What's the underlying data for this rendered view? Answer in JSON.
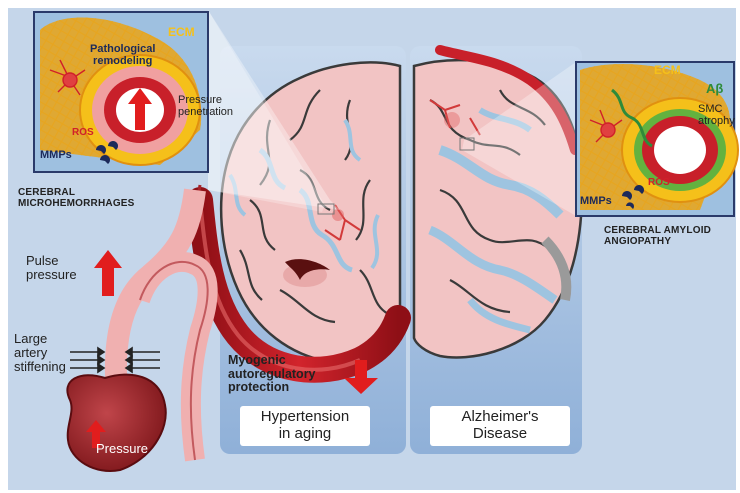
{
  "inset_left": {
    "ecm": "ECM",
    "pathological_line1": "Pathological",
    "pathological_line2": "remodeling",
    "pressure_line1": "Pressure",
    "pressure_line2": "penetration",
    "ros": "ROS",
    "mmps": "MMPs"
  },
  "inset_right": {
    "ecm": "ECM",
    "abeta": "Aβ",
    "smc_line1": "SMC",
    "smc_line2": "atrophy",
    "ros": "ROS",
    "mmps": "MMPs"
  },
  "labels": {
    "microhemorrhages_line1": "CEREBRAL",
    "microhemorrhages_line2": "MICROHEMORRHAGES",
    "caa_line1": "CEREBRAL AMYLOID",
    "caa_line2": "ANGIOPATHY",
    "pulse_line1": "Pulse",
    "pulse_line2": "pressure",
    "stiff_line1": "Large",
    "stiff_line2": "artery",
    "stiff_line3": "stiffening",
    "pressure_heart": "Pressure",
    "myogenic_line1": "Myogenic",
    "myogenic_line2": "autoregulatory",
    "myogenic_line3": "protection"
  },
  "boxes": {
    "hypertension_line1": "Hypertension",
    "hypertension_line2": "in aging",
    "alzheimers_line1": "Alzheimer's",
    "alzheimers_line2": "Disease"
  },
  "colors": {
    "background": "#c5d6ea",
    "panel": "#a9c4e2",
    "artery_red": "#c8202a",
    "brain_pink": "#f2c4c4",
    "ecm_yellow": "#f5c01a"
  }
}
